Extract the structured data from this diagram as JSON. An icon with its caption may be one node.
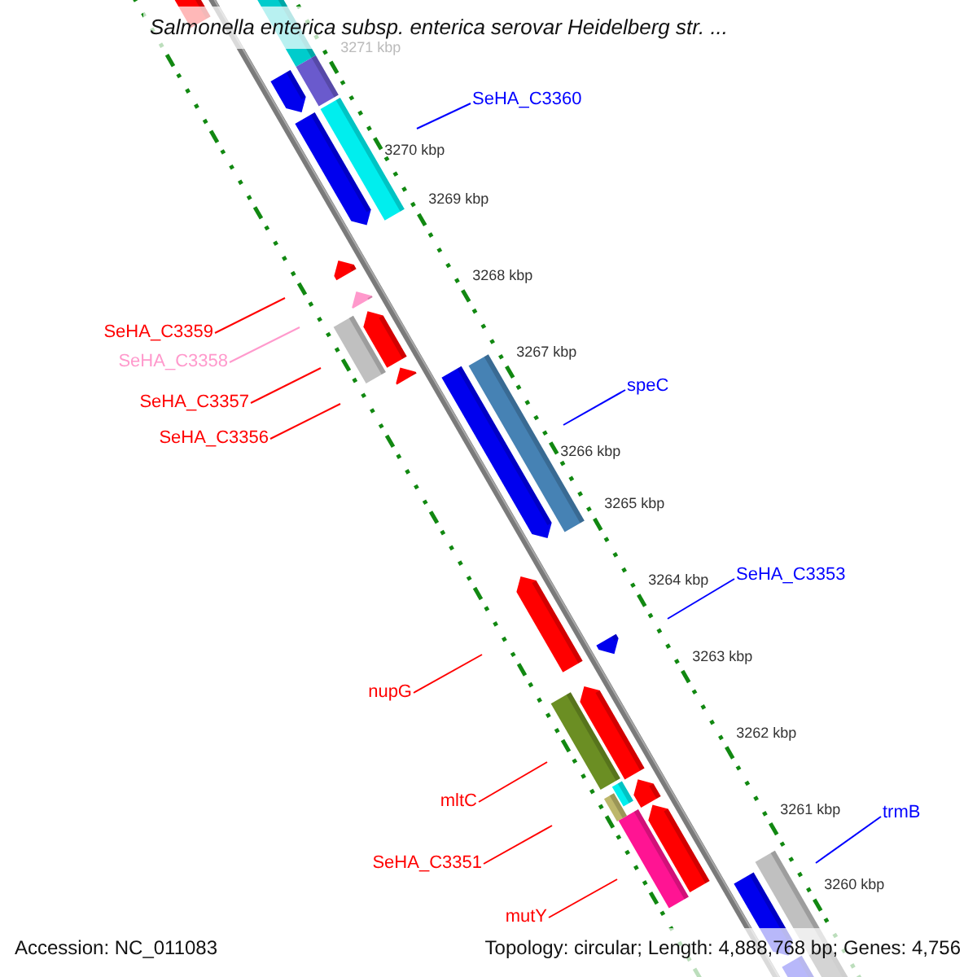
{
  "diagram": {
    "title": "Salmonella enterica subsp. enterica serovar Heidelberg str. ...",
    "nodes": [
      {
        "text": [
          "SeHA_C3360"
        ]
      },
      {
        "text": [
          "SeHA_C3359"
        ]
      },
      {
        "text": [
          "SeHA_C3358"
        ]
      },
      {
        "text": [
          "speC"
        ]
      },
      {
        "text": [
          "SeHA_C3357"
        ]
      },
      {
        "text": [
          "SeHA_C3356"
        ]
      },
      {
        "text": [
          "SeHA_C3353"
        ]
      },
      {
        "text": [
          "nupG"
        ]
      },
      {
        "text": [
          "mltC"
        ]
      },
      {
        "text": [
          "trmB"
        ]
      },
      {
        "text": [
          "SeHA_C3351"
        ]
      },
      {
        "text": [
          "mutY"
        ]
      }
    ],
    "edges": [
      {
        "from": 0,
        "to": null,
        "arrow": "none",
        "color": "#0000ff"
      },
      {
        "from": 1,
        "to": null,
        "arrow": "none"
      },
      {
        "from": 2,
        "to": null,
        "arrow": "none",
        "color": "#ff99cc"
      },
      {
        "from": 3,
        "to": null,
        "arrow": "none",
        "color": "#0000ff"
      },
      {
        "from": 4,
        "to": null,
        "arrow": "none"
      },
      {
        "from": 5,
        "to": null,
        "arrow": "none"
      },
      {
        "from": 6,
        "to": null,
        "arrow": "none",
        "color": "#0000ff"
      },
      {
        "from": 7,
        "to": null,
        "arrow": "none"
      },
      {
        "from": 8,
        "to": null,
        "arrow": "none"
      },
      {
        "from": 9,
        "to": null,
        "arrow": "none",
        "color": "#0000ff"
      },
      {
        "from": 10,
        "to": null,
        "arrow": "none"
      },
      {
        "from": 11,
        "to": null,
        "arrow": "none"
      }
    ],
    "labels": [
      "3271 kbp",
      "3270 kbp",
      "3269 kbp",
      "3268 kbp",
      "3267 kbp",
      "3266 kbp",
      "3265 kbp",
      "3264 kbp",
      "3263 kbp",
      "3262 kbp",
      "3261 kbp",
      "3260 kbp",
      "Accession: NC_011083",
      "Topology: circular; Length: 4,888,768 bp; Genes: 4,756"
    ]
  }
}
